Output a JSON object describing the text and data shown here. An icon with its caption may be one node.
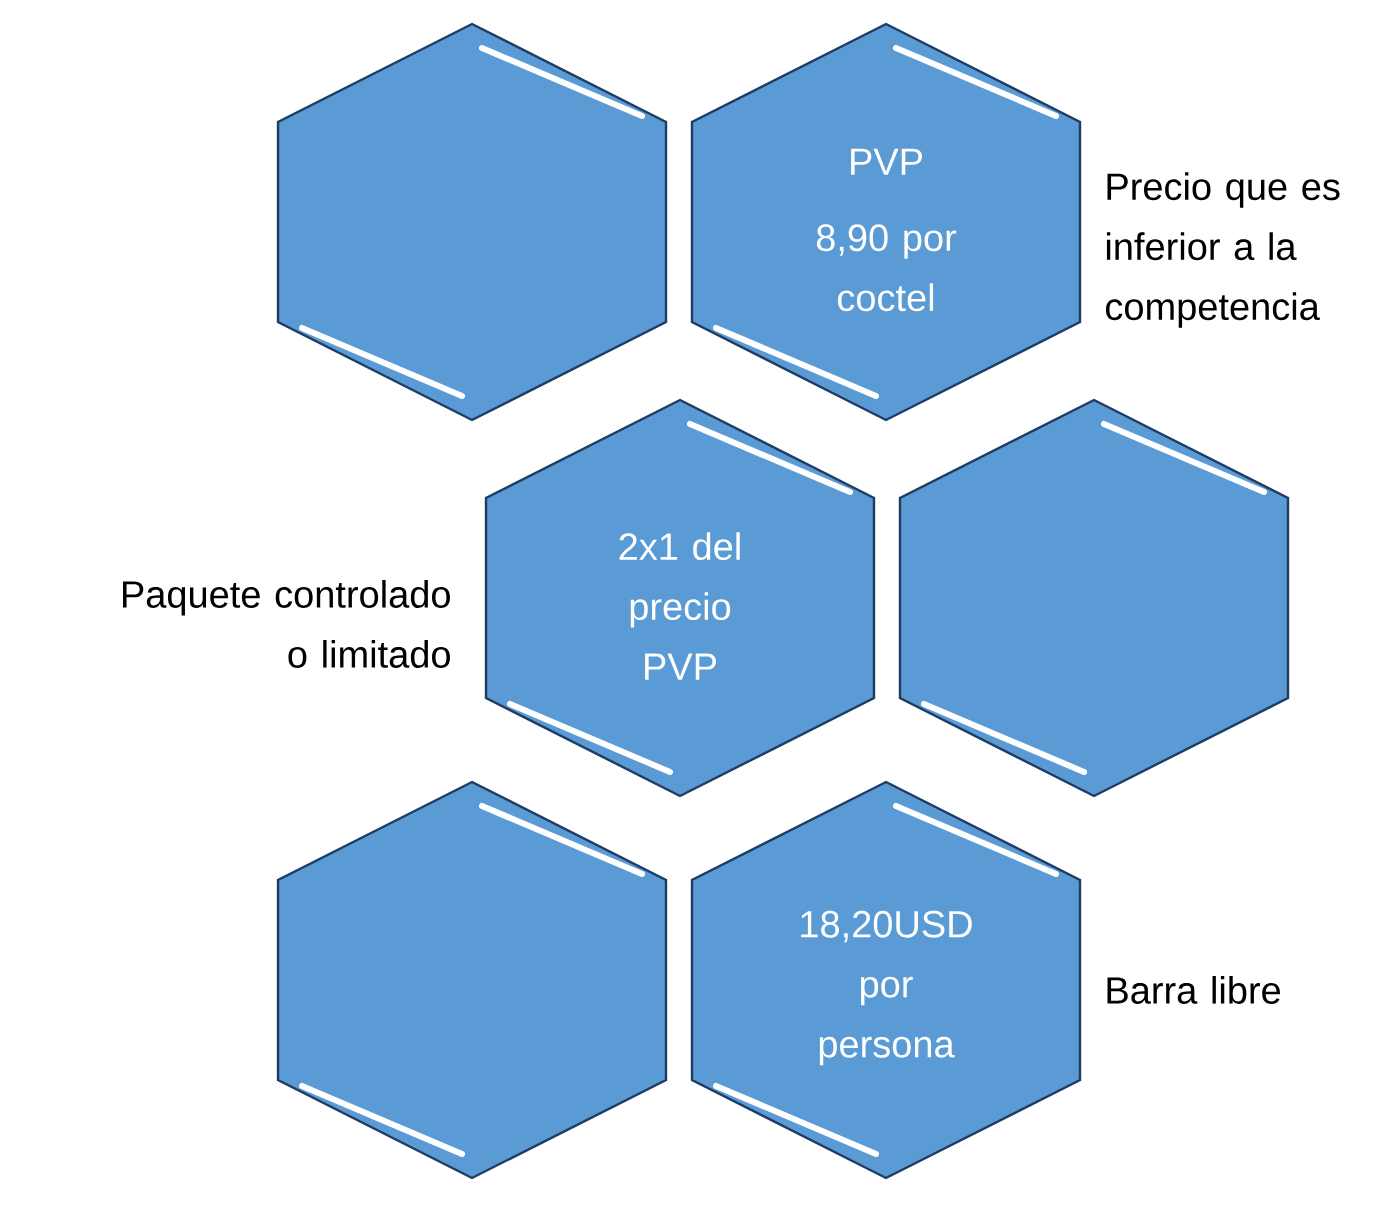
{
  "diagram": {
    "nodes": [
      {
        "text": [],
        "shape": "hexagon"
      },
      {
        "text": [
          "PVP",
          "8,90 por coctel"
        ],
        "beside": [
          "Precio que es inferior a la competencia"
        ]
      },
      {
        "text": [
          "2x1 del precio PVP"
        ],
        "beside": [
          "Paquete controlado o limitado"
        ]
      },
      {
        "text": [],
        "shape": "hexagon"
      },
      {
        "text": [],
        "shape": "hexagon"
      },
      {
        "text": [
          "18,20USD por persona"
        ],
        "beside": [
          "Barra libre"
        ]
      }
    ]
  }
}
